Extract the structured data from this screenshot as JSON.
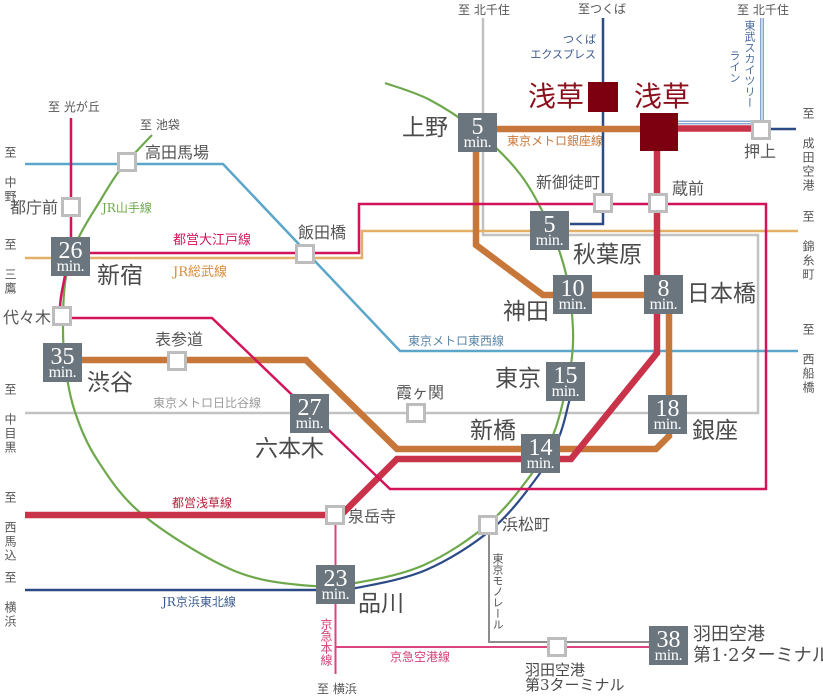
{
  "colors": {
    "origin_box": "#7d0010",
    "origin_text": "#8c0f1c",
    "time_box": "#6b757d",
    "station_box_border": "#bdbdbd",
    "station_text": "#4a4a4a"
  },
  "origin": {
    "asakusa_tx": {
      "name": "浅草"
    },
    "asakusa": {
      "name": "浅草"
    }
  },
  "stations": {
    "ueno": {
      "name": "上野",
      "minutes": "5",
      "unit": "min."
    },
    "akihabara": {
      "name": "秋葉原",
      "minutes": "5",
      "unit": "min."
    },
    "kanda": {
      "name": "神田",
      "minutes": "10",
      "unit": "min."
    },
    "nihombashi": {
      "name": "日本橋",
      "minutes": "8",
      "unit": "min."
    },
    "tokyo": {
      "name": "東京",
      "minutes": "15",
      "unit": "min."
    },
    "ginza": {
      "name": "銀座",
      "minutes": "18",
      "unit": "min."
    },
    "shimbashi": {
      "name": "新橋",
      "minutes": "14",
      "unit": "min."
    },
    "roppongi": {
      "name": "六本木",
      "minutes": "27",
      "unit": "min."
    },
    "shibuya": {
      "name": "渋谷",
      "minutes": "35",
      "unit": "min."
    },
    "shinjuku": {
      "name": "新宿",
      "minutes": "26",
      "unit": "min."
    },
    "shinagawa": {
      "name": "品川",
      "minutes": "23",
      "unit": "min."
    },
    "haneda_t12": {
      "name_line1": "羽田空港",
      "name_line2": "第1·2ターミナル",
      "minutes": "38",
      "unit": "min."
    },
    "tochomae": {
      "name": "都庁前"
    },
    "takadanobaba": {
      "name": "高田馬場"
    },
    "iidabashi": {
      "name": "飯田橋"
    },
    "yoyogi": {
      "name": "代々木"
    },
    "omotesando": {
      "name": "表参道"
    },
    "kasumigaseki": {
      "name": "霞ヶ関"
    },
    "sengakuji": {
      "name": "泉岳寺"
    },
    "hamamatsucho": {
      "name": "浜松町"
    },
    "shin_okachimachi": {
      "name": "新御徒町"
    },
    "kuramae": {
      "name": "蔵前"
    },
    "oshiage": {
      "name": "押上"
    },
    "haneda_t3": {
      "name_line1": "羽田空港",
      "name_line2": "第3ターミナル"
    }
  },
  "lines": {
    "yamanote": {
      "label": "JR山手線",
      "color": "#6ea84c",
      "label_color": "#6ea84c"
    },
    "oedo": {
      "label": "都営大江戸線",
      "color": "#d4145a",
      "label_color": "#d4145a"
    },
    "sobu": {
      "label": "JR総武線",
      "color": "#e2b066",
      "label_color": "#d88b38"
    },
    "ginza": {
      "label": "東京メトロ銀座線",
      "color": "#c8773b",
      "label_color": "#c8773b"
    },
    "tozai": {
      "label": "東京メトロ東西線",
      "color": "#5ca6c9",
      "label_color": "#5a86a6"
    },
    "hibiya": {
      "label": "東京メトロ日比谷線",
      "color": "#c2c2c2",
      "label_color": "#9b9b9b"
    },
    "asakusa": {
      "label": "都営浅草線",
      "color": "#c8334a",
      "label_color": "#b3213a"
    },
    "keihin_tohoku": {
      "label": "JR京浜東北線",
      "color": "#2b4a86",
      "label_color": "#3b5a8e"
    },
    "keikyu_main": {
      "label": "京急本線",
      "color": "#da4580",
      "label_color": "#d63e78"
    },
    "keikyu_airport": {
      "label": "京急空港線",
      "color": "#da4580",
      "label_color": "#d63e78"
    },
    "tokyo_monorail": {
      "label": "東京モノレール",
      "color": "#8c8c8c",
      "label_color": "#555555"
    },
    "tsukuba_express": {
      "label_line1": "つくば",
      "label_line2": "エクスプレス",
      "color": "#2b4a86",
      "label_color": "#3b5a8e"
    },
    "tobu_skytree": {
      "label_line1": "東武スカイツリー",
      "label_line2": "ライン",
      "color": "#7a98c8",
      "label_color": "#4a6a9a"
    },
    "narita_line": {
      "color": "#2b4a86"
    }
  },
  "destinations": {
    "hikarigaoka": "至 光が丘",
    "ikebukuro": "至 池袋",
    "nakano": "至 中野",
    "mitaka": "至 三鷹",
    "nakameguro": "至 中目黒",
    "nishimagome": "至 西馬込",
    "yokohama_west": "至 横浜",
    "yokohama_south": "至 横浜",
    "kitasenju_hibiya": "至 北千住",
    "tsukuba": "至つくば",
    "kitasenju_tobu": "至 北千住",
    "narita": "至 成田空港",
    "kinshicho": "至 錦糸町",
    "nishifunabashi": "至 西船橋"
  }
}
